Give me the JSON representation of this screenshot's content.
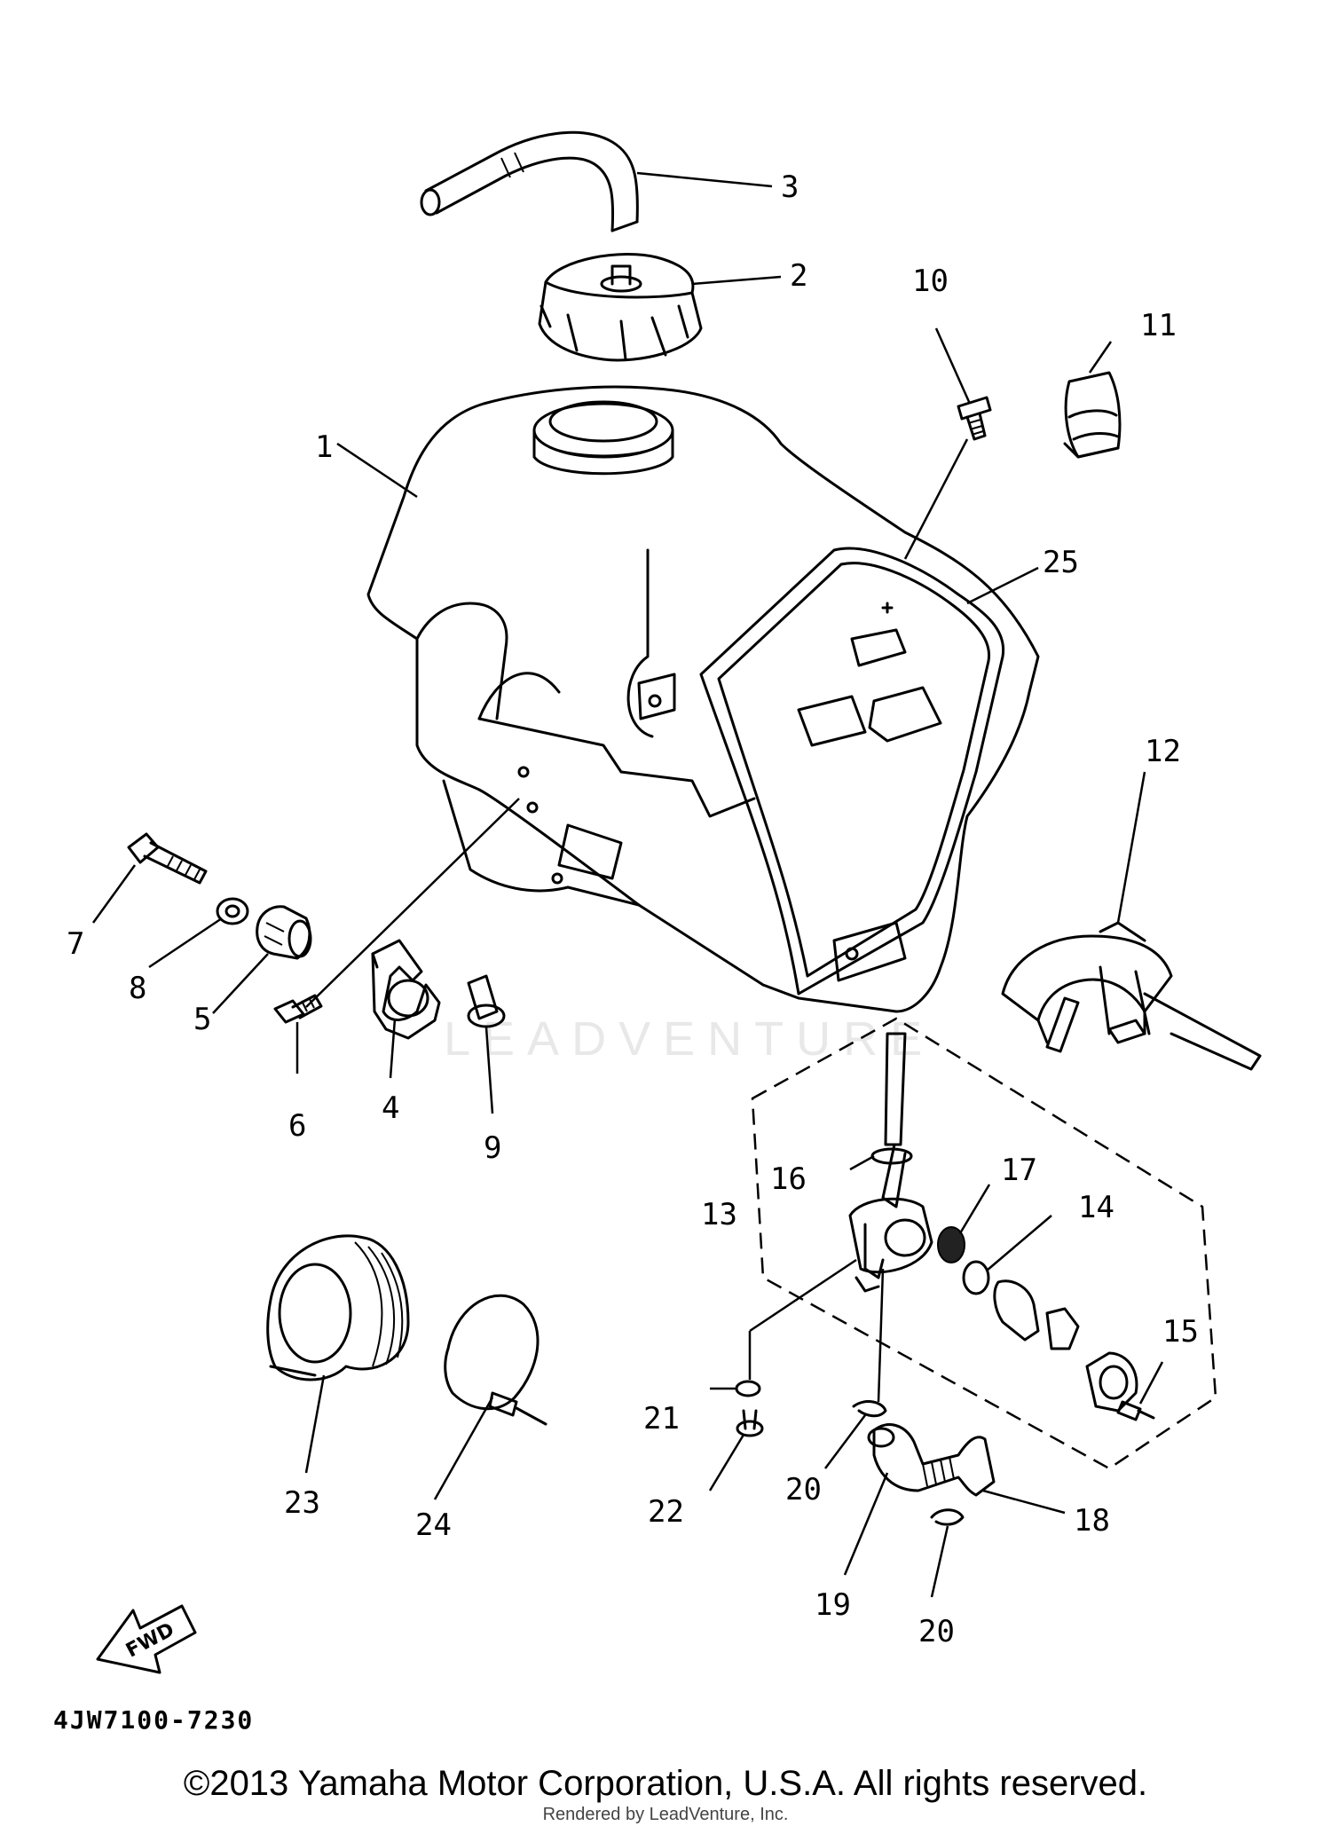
{
  "diagram": {
    "code": "4JW7100-7230",
    "fwd_label": "FWD",
    "watermark": "LEADVENTURE",
    "callouts": [
      "1",
      "2",
      "3",
      "4",
      "5",
      "6",
      "7",
      "8",
      "9",
      "10",
      "11",
      "12",
      "13",
      "14",
      "15",
      "16",
      "17",
      "18",
      "19",
      "20",
      "20",
      "21",
      "22",
      "23",
      "24",
      "25"
    ]
  },
  "footer": {
    "copyright": "©2013 Yamaha Motor Corporation, U.S.A. All rights reserved.",
    "rendered_by": "Rendered by LeadVenture, Inc."
  }
}
